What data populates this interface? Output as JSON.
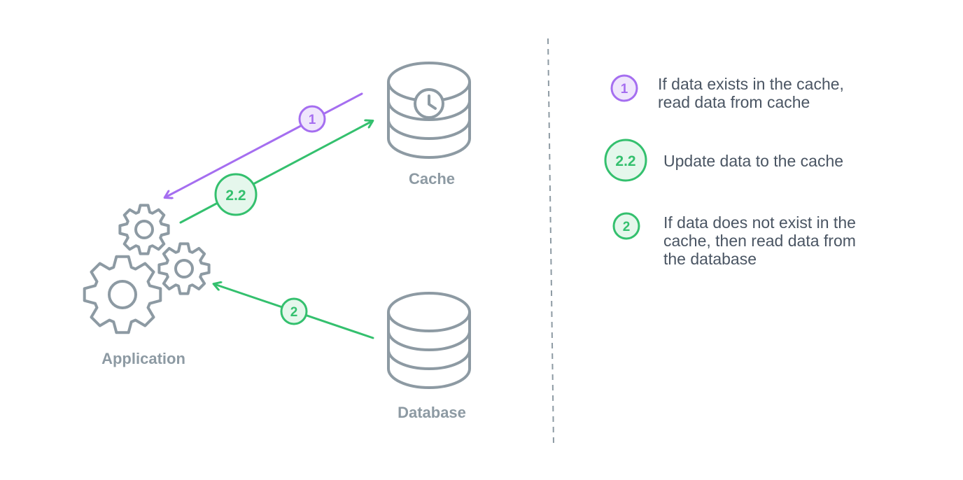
{
  "nodes": {
    "cache": {
      "label": "Cache",
      "icon": "cache-database-clock-icon"
    },
    "database": {
      "label": "Database",
      "icon": "database-icon"
    },
    "application": {
      "label": "Application",
      "icon": "gears-icon"
    }
  },
  "arrows": {
    "read_cache": {
      "badge": "1",
      "color": "#a56ef0"
    },
    "update_cache": {
      "badge": "2.2",
      "color": "#34c06e"
    },
    "read_database": {
      "badge": "2",
      "color": "#34c06e"
    }
  },
  "legend": [
    {
      "badge": "1",
      "color": "#a56ef0",
      "lines": [
        "If data exists in the cache,",
        "read data from cache"
      ]
    },
    {
      "badge": "2.2",
      "color": "#34c06e",
      "lines": [
        "Update data to the cache"
      ]
    },
    {
      "badge": "2",
      "color": "#34c06e",
      "lines": [
        "If data does not exist in the",
        "cache, then read data from",
        "the database"
      ]
    }
  ],
  "colors": {
    "icon_stroke": "#8d9aa3",
    "divider": "#8d9aa3",
    "text": "#4a5563",
    "purple": "#a56ef0",
    "purple_fill": "#efe6fc",
    "green": "#34c06e",
    "green_fill": "#e5f7ec"
  }
}
